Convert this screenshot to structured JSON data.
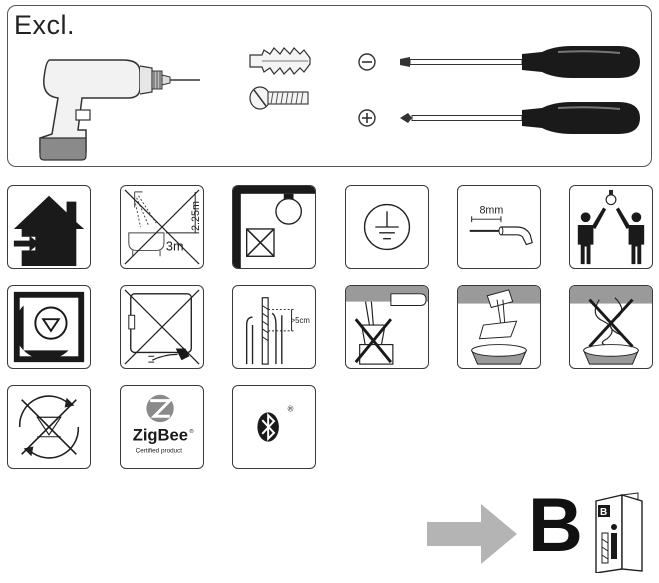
{
  "tools": {
    "heading": "Excl."
  },
  "icons": {
    "bathroom_zone_width": "3m",
    "bathroom_zone_height": "2.25m",
    "wire_strip_length": "8mm",
    "cable_clearance": ">5cm",
    "zigbee_name": "ZigBee",
    "zigbee_trademark": "®",
    "zigbee_subtitle": "Certified product",
    "bluetooth_trademark": "®"
  },
  "footer": {
    "booklet_letter": "B",
    "booklet_cover_letter": "B"
  },
  "colors": {
    "tile_border": "#3a3a3a",
    "dark_fill": "#1a1a1a",
    "shade_gray": "#9a9a9a",
    "arrow_gray": "#b4b4b4"
  }
}
